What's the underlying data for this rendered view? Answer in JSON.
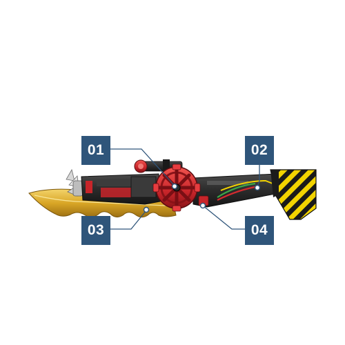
{
  "callouts": {
    "c01": "01",
    "c02": "02",
    "c03": "03",
    "c04": "04"
  },
  "colors": {
    "background": "#ffffff",
    "callout_fill": "#2f557a",
    "callout_text": "#ffffff",
    "leader_line": "#2f557a",
    "blade_gold": "#d9a626",
    "body_dark": "#2b2b2b",
    "accent_red": "#d42b2f",
    "stock_yellow": "#f2d300"
  },
  "icons": [
    "weapon-image",
    "dial-wheel-icon",
    "scope-icon",
    "hazard-stripes-icon",
    "blade-icon"
  ]
}
